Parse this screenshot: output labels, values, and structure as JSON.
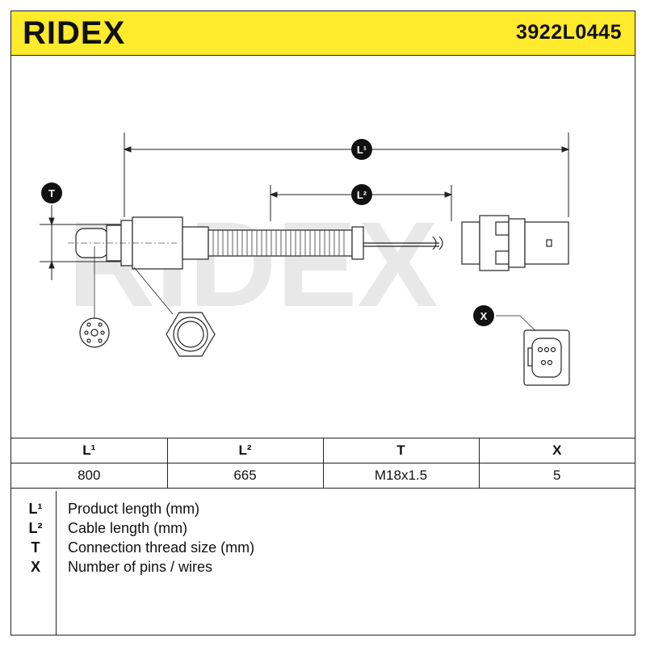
{
  "header": {
    "brand": "RIDEX",
    "part_number": "3922L0445"
  },
  "drawing": {
    "labels": {
      "l1": "L¹",
      "l2": "L²",
      "t": "T",
      "x": "X"
    },
    "watermark": "RIDEX"
  },
  "spec_table": {
    "headers": [
      "L¹",
      "L²",
      "T",
      "X"
    ],
    "values": [
      "800",
      "665",
      "M18x1.5",
      "5"
    ]
  },
  "legend": [
    {
      "key": "L¹",
      "text": "Product length (mm)"
    },
    {
      "key": "L²",
      "text": "Cable length (mm)"
    },
    {
      "key": "T",
      "text": "Connection thread size (mm)"
    },
    {
      "key": "X",
      "text": "Number of pins / wires"
    }
  ],
  "colors": {
    "header_bg": "#ffea2c",
    "ink": "#111111",
    "watermark": "#e6e6e6"
  }
}
